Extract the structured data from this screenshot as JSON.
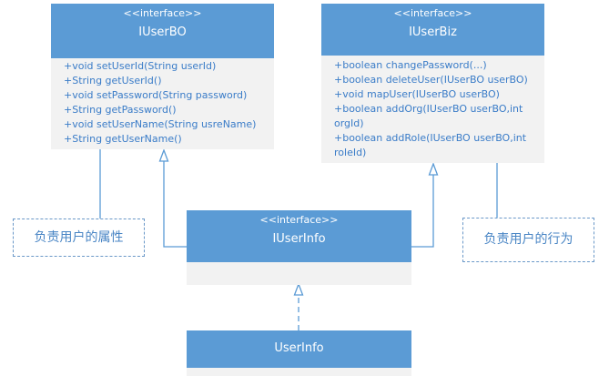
{
  "classes": {
    "iuserbo": {
      "stereotype": "<<interface>>",
      "name": "IUserBO",
      "methods": [
        "+void setUserId(String userId)",
        "+String getUserId()",
        "+void setPassword(String password)",
        "+String getPassword()",
        "+void setUserName(String usreName)",
        "+String getUserName()"
      ]
    },
    "iuserbiz": {
      "stereotype": "<<interface>>",
      "name": "IUserBiz",
      "methods": [
        "+boolean changePassword(...)",
        "+boolean deleteUser(IUserBO userBO)",
        "+void mapUser(IUserBO userBO)",
        "+boolean addOrg(IUserBO userBO,int",
        "orgId)",
        "+boolean addRole(IUserBO userBO,int",
        "roleId)"
      ]
    },
    "iuserinfo": {
      "stereotype": "<<interface>>",
      "name": "IUserInfo"
    },
    "userinfo": {
      "name": "UserInfo"
    }
  },
  "notes": {
    "attributes": "负责用户的属性",
    "behaviors": "负责用户的行为"
  },
  "colors": {
    "header": "#5b9bd5",
    "body": "#f2f2f2",
    "text": "#3a7cc8",
    "line": "#5b9bd5"
  }
}
